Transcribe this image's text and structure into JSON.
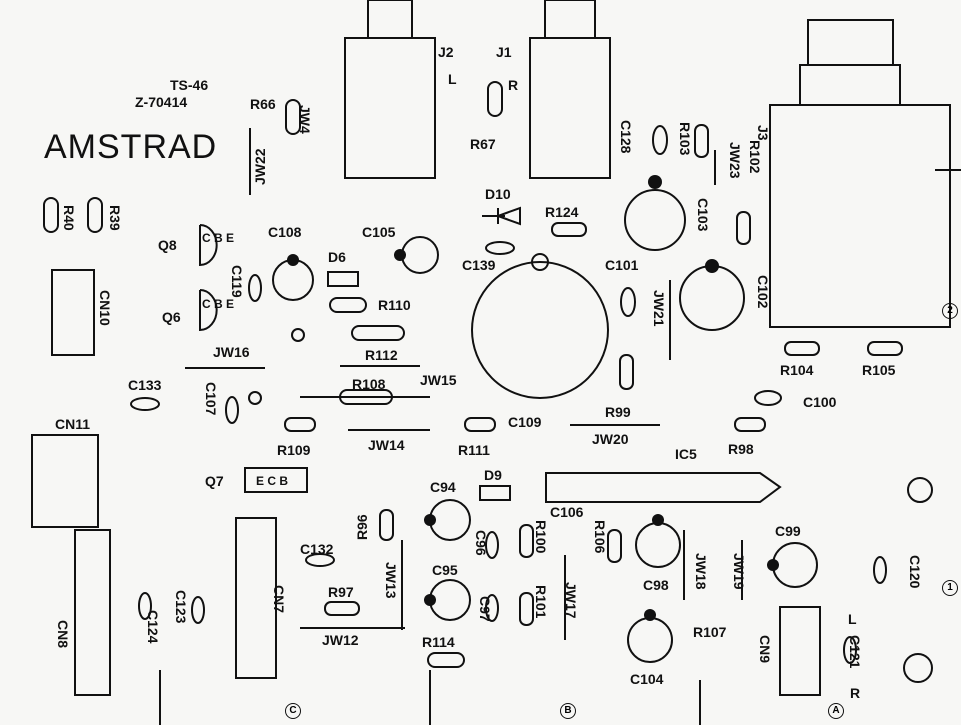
{
  "board": {
    "brand": "AMSTRAD",
    "model_code": "TS-46",
    "part_number": "Z-70414"
  },
  "markers": {
    "circle_c": "C",
    "circle_b": "B",
    "circle_a": "A",
    "circle_2": "2",
    "circle_1": "1"
  },
  "labels": {
    "J2": "J2",
    "J1": "J1",
    "L_top": "L",
    "R_top": "R",
    "J3": "J3",
    "R66": "R66",
    "JW4": "JW4",
    "JW22": "JW22",
    "R67": "R67",
    "C128": "C128",
    "R103": "R103",
    "R102": "R102",
    "JW23": "JW23",
    "C103": "C103",
    "D10": "D10",
    "R124": "R124",
    "R40": "R40",
    "R39": "R39",
    "Q8": "Q8",
    "C108": "C108",
    "C105": "C105",
    "D6": "D6",
    "C139": "C139",
    "C101": "C101",
    "C102": "C102",
    "C119": "C119",
    "CN10": "CN10",
    "Q6": "Q6",
    "R110": "R110",
    "JW21": "JW21",
    "JW16": "JW16",
    "R112": "R112",
    "R104": "R104",
    "R105": "R105",
    "C133": "C133",
    "C107": "C107",
    "R108": "R108",
    "JW15": "JW15",
    "C100": "C100",
    "CN11": "CN11",
    "R109": "R109",
    "JW14": "JW14",
    "R111": "R111",
    "C109": "C109",
    "R99": "R99",
    "JW20": "JW20",
    "IC5": "IC5",
    "R98": "R98",
    "Q7": "Q7",
    "D9": "D9",
    "C94": "C94",
    "C106": "C106",
    "R96": "R96",
    "C96": "C96",
    "R100": "R100",
    "R106": "R106",
    "C99": "C99",
    "JW18": "JW18",
    "JW19": "JW19",
    "C98": "C98",
    "C132": "C132",
    "C95": "C95",
    "C123": "C123",
    "CN7": "CN7",
    "R97": "R97",
    "JW13": "JW13",
    "C97": "C97",
    "R101": "R101",
    "JW17": "JW17",
    "C120": "C120",
    "CN8": "CN8",
    "C124": "C124",
    "JW12": "JW12",
    "R114": "R114",
    "R107": "R107",
    "CN9": "CN9",
    "C121": "C121",
    "C104": "C104",
    "L_bottom": "L",
    "R_bottom": "R",
    "Q8_pins": "C B E",
    "Q6_pins": "C B E",
    "Q7_pins": "E C B"
  }
}
